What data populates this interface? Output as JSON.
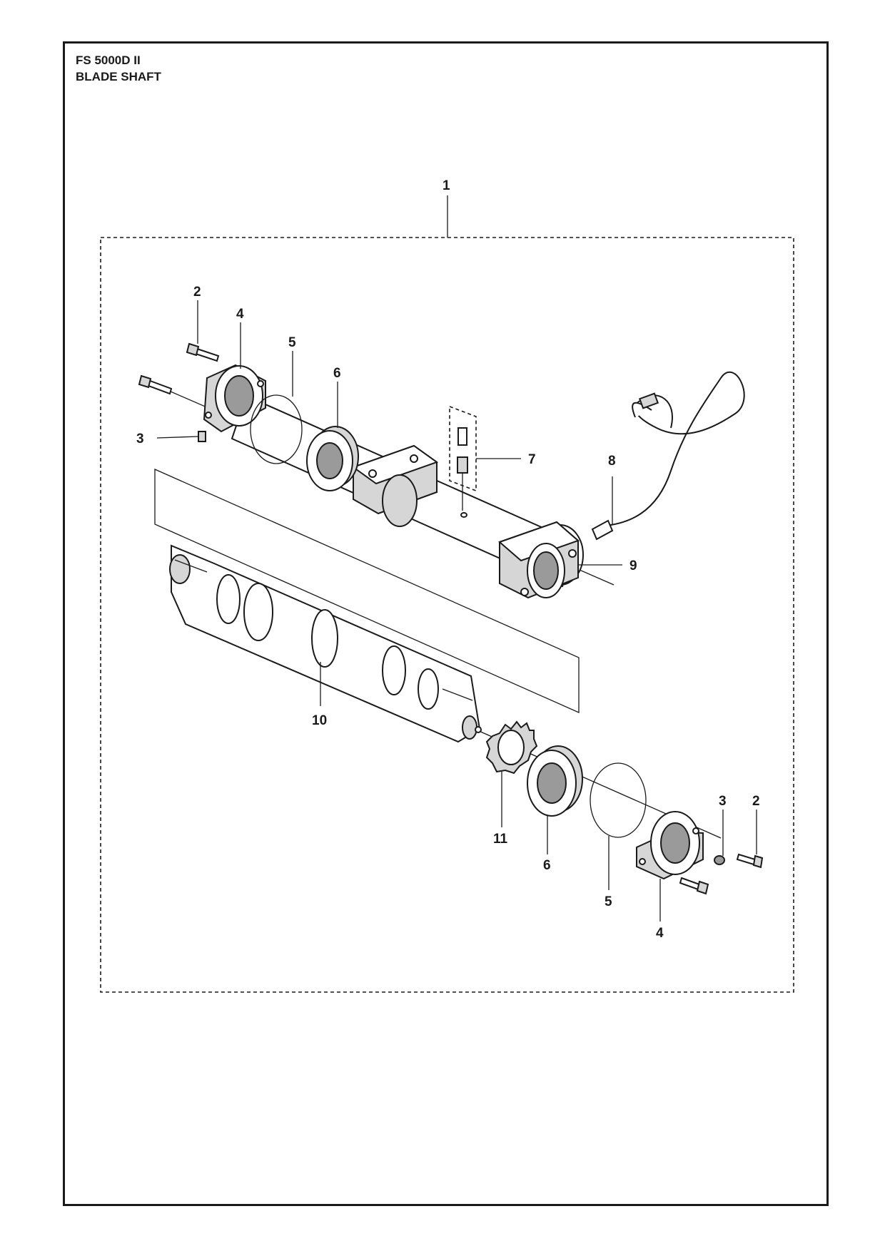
{
  "header": {
    "model": "FS 5000D II",
    "section": "BLADE SHAFT"
  },
  "callouts": {
    "assembly": "1",
    "bolt_top": "2",
    "seal_ring_top": "4",
    "o_ring_top": "5",
    "bearing_top": "6",
    "grease_nipple_top": "3",
    "grease_fitting_kit": "7",
    "sensor_cable": "8",
    "shaft_housing": "9",
    "blade_shaft": "10",
    "lock_washer": "11",
    "bearing_bottom": "6",
    "o_ring_bottom": "5",
    "seal_ring_bottom": "4",
    "grease_nipple_bottom": "3",
    "bolt_bottom": "2"
  }
}
